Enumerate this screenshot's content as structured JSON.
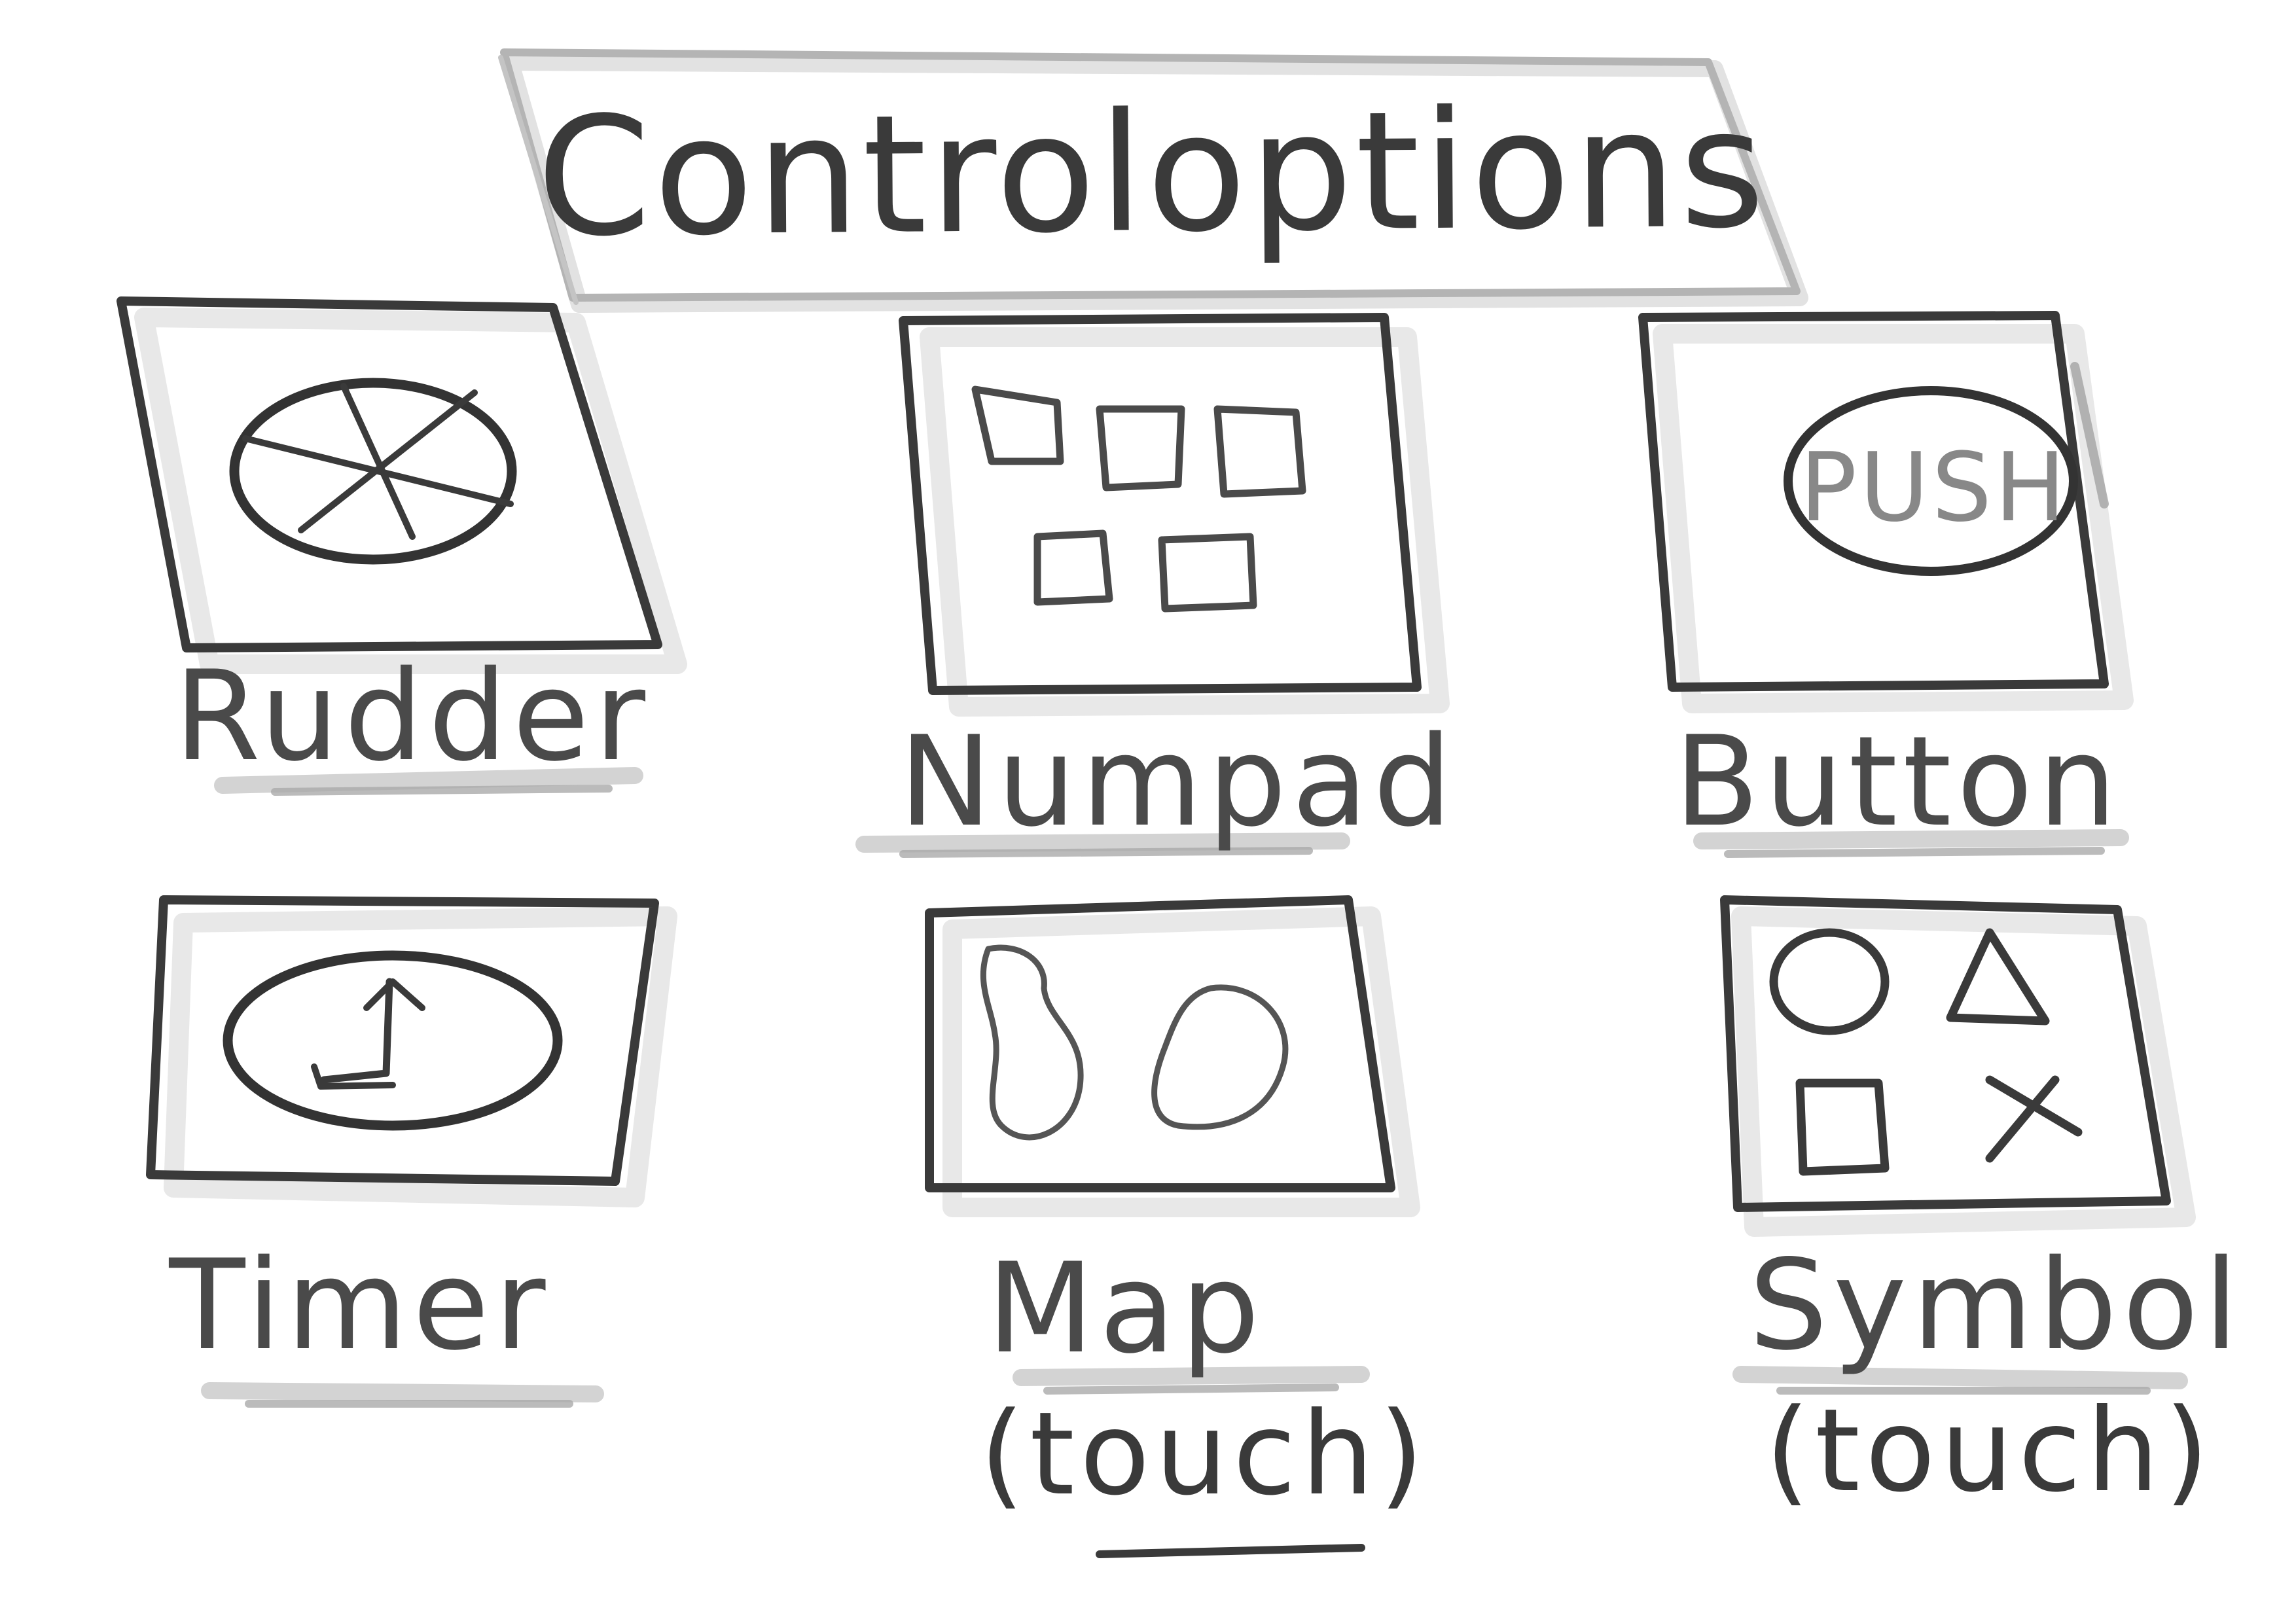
{
  "title": "Controloptions",
  "options": [
    {
      "id": "rudder",
      "label": "Rudder",
      "sub": "",
      "icon": "rudder-wheel-icon"
    },
    {
      "id": "numpad",
      "label": "Numpad",
      "sub": "",
      "icon": "numpad-keys-icon"
    },
    {
      "id": "button",
      "label": "Button",
      "sub": "",
      "icon": "push-button-icon",
      "button_text": "PUSH"
    },
    {
      "id": "timer",
      "label": "Timer",
      "sub": "",
      "icon": "clock-icon"
    },
    {
      "id": "map",
      "label": "Map",
      "sub": "(touch)",
      "icon": "map-islands-icon"
    },
    {
      "id": "symbol",
      "label": "Symbol",
      "sub": "(touch)",
      "icon": "symbols-icon"
    }
  ],
  "colors": {
    "ink": "#333333",
    "shade": "#bdbdbd",
    "title_frame": "#b4b4b4"
  }
}
